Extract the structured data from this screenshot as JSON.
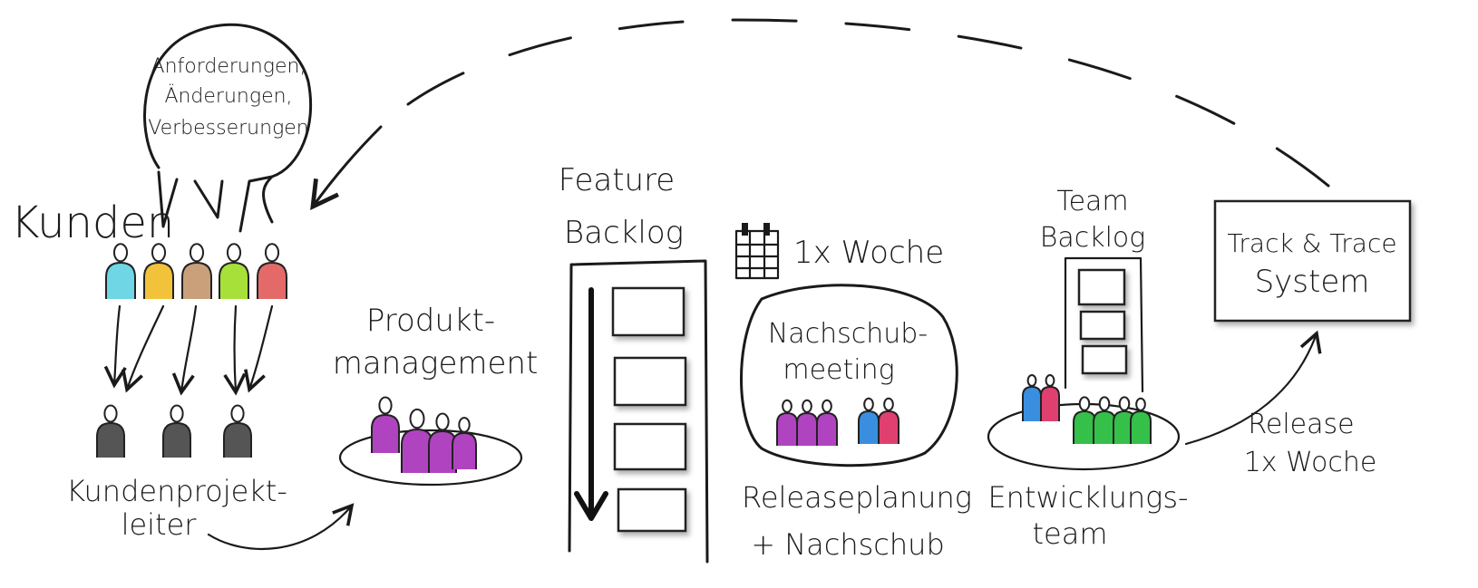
{
  "speech_bubble": {
    "line1": "Anforderungen,",
    "line2": "Änderungen,",
    "line3": "Verbesserungen"
  },
  "kunden": {
    "label": "Kunden",
    "colors": [
      "#6fd6e6",
      "#f2c23a",
      "#c9a07a",
      "#a8e03a",
      "#e46a6a"
    ]
  },
  "kundenprojektleiter": {
    "line1": "Kundenprojekt-",
    "line2": "leiter",
    "color": "#555555"
  },
  "produktmanagement": {
    "line1": "Produkt-",
    "line2": "management",
    "color": "#b044c0"
  },
  "feature_backlog": {
    "line1": "Feature",
    "line2": "Backlog"
  },
  "calendar": {
    "label": "1x Woche"
  },
  "nachschub_meeting": {
    "line1": "Nachschub-",
    "line2": "meeting",
    "colors": [
      "#b044c0",
      "#b044c0",
      "#b044c0",
      "#3a8ee0",
      "#e04070"
    ]
  },
  "releaseplanung": {
    "line1": "Releaseplanung",
    "line2": "+ Nachschub"
  },
  "team_backlog": {
    "line1": "Team",
    "line2": "Backlog"
  },
  "entwicklungsteam": {
    "line1": "Entwicklungs-",
    "line2": "team",
    "colors": [
      "#3a8ee0",
      "#e04070",
      "#35c04a",
      "#35c04a",
      "#35c04a",
      "#35c04a"
    ]
  },
  "track_trace": {
    "line1": "Track & Trace",
    "line2": "System"
  },
  "release": {
    "line1": "Release",
    "line2": "1x Woche"
  }
}
